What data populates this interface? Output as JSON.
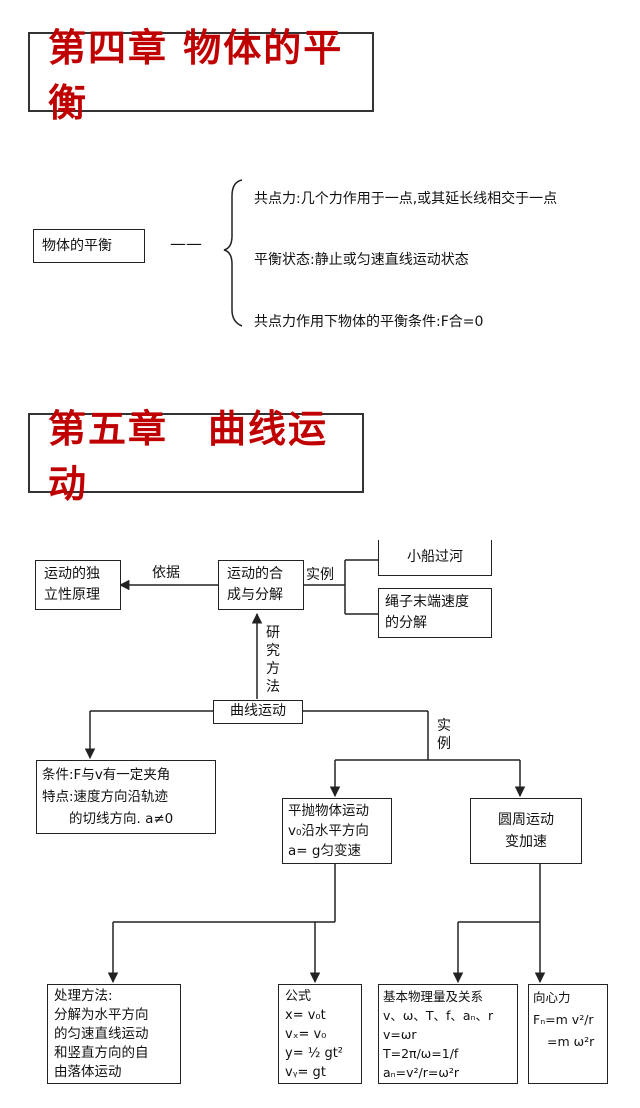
{
  "ch4": {
    "title": "第四章 物体的平衡",
    "root": "物体的平衡",
    "dash": "——",
    "items": [
      "共点力:几个力作用于一点,或其延长线相交于一点",
      "平衡状态:静止或匀速直线运动状态",
      "共点力作用下物体的平衡条件:F合=0"
    ]
  },
  "ch5": {
    "title": "第五章　曲线运动",
    "independence": [
      "运动的独",
      "立性原理"
    ],
    "basis_label": "依据",
    "composition": [
      "运动的合",
      "成与分解"
    ],
    "example_label": "实例",
    "boat": "小船过河",
    "rope": [
      "绳子末端速度",
      "的分解"
    ],
    "research_label": [
      "研",
      "究",
      "方",
      "法"
    ],
    "curve": "曲线运动",
    "example_label2": [
      "实",
      "例"
    ],
    "condition": [
      "条件:F与v有一定夹角",
      "特点:速度方向沿轨迹",
      "　　的切线方向. a≠0"
    ],
    "projectile": [
      "平抛物体运动",
      "v₀沿水平方向",
      "a= g匀变速"
    ],
    "circular": [
      "圆周运动",
      "变加速"
    ],
    "method": [
      "处理方法:",
      "分解为水平方向",
      "的匀速直线运动",
      "和竖直方向的自",
      "由落体运动"
    ],
    "formula_title": "公式",
    "formulas": [
      "x= v₀t",
      "vₓ= v₀",
      "y= ½ gt²",
      "vᵧ= gt"
    ],
    "basic": [
      "基本物理量及关系",
      "v、ω、T、f、aₙ、r",
      "v=ωr",
      "T=2π/ω=1/f",
      "aₙ=v²/r=ω²r"
    ],
    "centripetal": [
      "向心力",
      "Fₙ=m v²/r",
      "=m ω²r"
    ]
  },
  "colors": {
    "title_red": "#c00000",
    "line": "#222222"
  }
}
